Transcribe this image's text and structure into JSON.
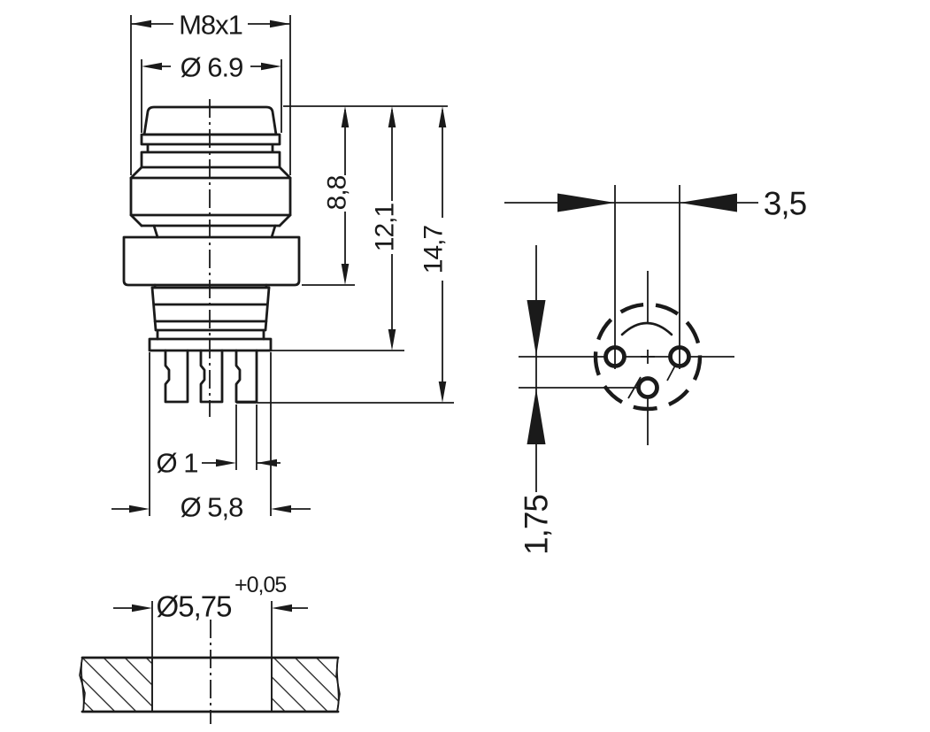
{
  "drawing": {
    "colors": {
      "line": "#1a1a1a",
      "background": "#ffffff"
    },
    "side_view": {
      "thread": "M8x1",
      "head_diameter": "Ø 6.9",
      "height_head": "8,8",
      "height_body": "12,1",
      "height_total": "14,7",
      "pin_diameter": "Ø 1",
      "insert_diameter": "Ø 5,8"
    },
    "front_view": {
      "pin_count": 3,
      "pin_pitch_horizontal": "3,5",
      "pin_pitch_vertical": "1,75"
    },
    "cutout_view": {
      "hole_diameter": "Ø5,75",
      "hole_tolerance": "+0,05"
    }
  }
}
